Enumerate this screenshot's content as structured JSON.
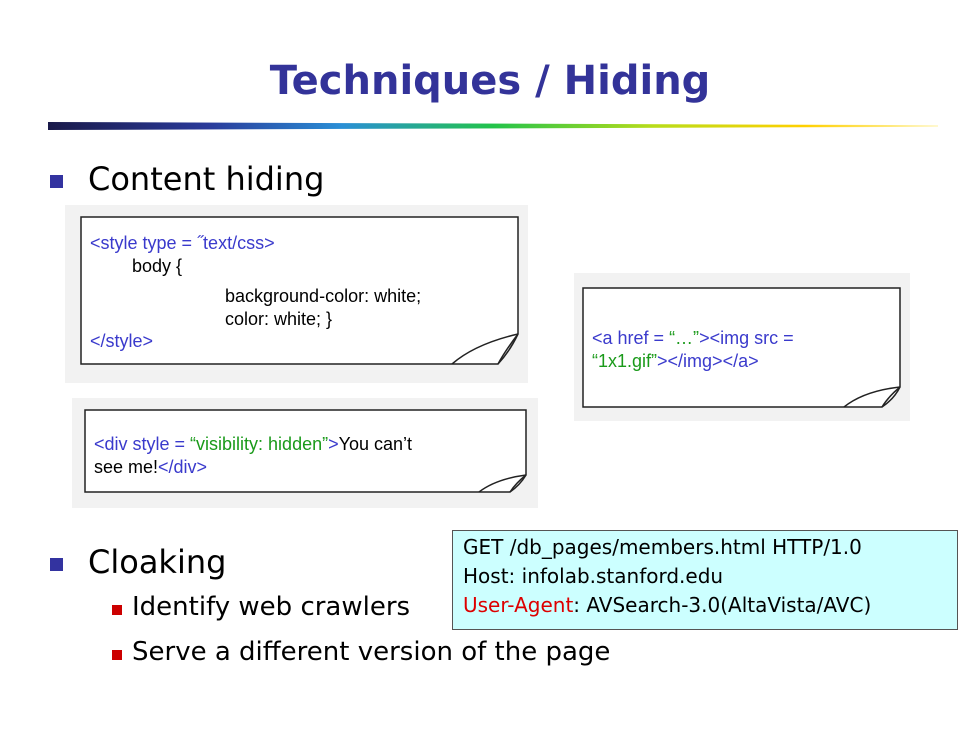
{
  "slide": {
    "title": "Techniques / Hiding"
  },
  "bullets": {
    "content_hiding": "Content hiding",
    "cloaking": "Cloaking",
    "sub": [
      "Identify web crawlers",
      "Serve a different version of the page"
    ]
  },
  "note1": {
    "line1_tag_open": "<style type = ",
    "line1_val": "˝text/css",
    "line1_tag_close": ">",
    "line2": "body {",
    "line3": "background-color: white;",
    "line4": "color: white; }",
    "line5": "</style>"
  },
  "note2": {
    "tag1": "<a href = ",
    "val1": "“…”",
    "tag2": "><img src = ",
    "val2": "“1x1.gif”",
    "tag3": "></img></a>"
  },
  "note3": {
    "tag1": "<div style = ",
    "val1": "“visibility: hidden”",
    "tag2": ">",
    "text1": "You can’t",
    "text2": "see me!",
    "tag3": "</div>"
  },
  "http_request": {
    "line1": "GET /db_pages/members.html HTTP/1.0",
    "line2": "Host: infolab.stanford.edu",
    "line3_key": "User-Agent",
    "line3_rest": ": AVSearch-3.0(AltaVista/AVC)"
  },
  "colors": {
    "title": "#333399",
    "tag": "#3a3acc",
    "value": "#1a9a1a",
    "http_bg": "#ccffff",
    "user_agent": "#dd0000"
  }
}
